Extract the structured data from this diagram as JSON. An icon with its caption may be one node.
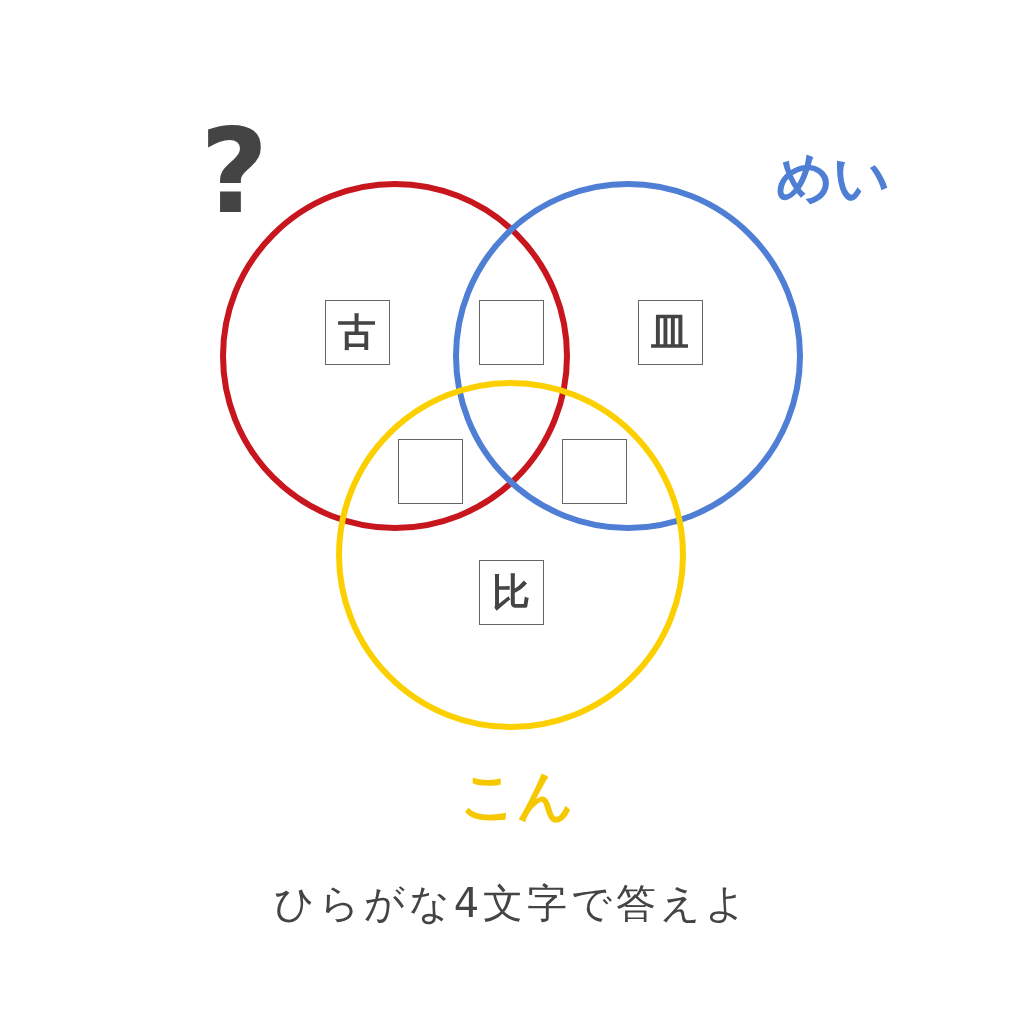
{
  "diagram": {
    "caption": "ひらがな4文字で答えよ",
    "nodes": [
      {
        "text": [
          "?"
        ]
      },
      {
        "text": [
          "めい"
        ]
      },
      {
        "text": [
          "こん"
        ]
      },
      {
        "text": [
          "古"
        ],
        "in": 0
      },
      {
        "text": [],
        "shape": "box"
      },
      {
        "text": [
          "皿"
        ],
        "in": 1
      },
      {
        "text": [],
        "shape": "box"
      },
      {
        "text": [],
        "shape": "box"
      },
      {
        "text": [
          "比"
        ],
        "in": 2
      }
    ]
  }
}
